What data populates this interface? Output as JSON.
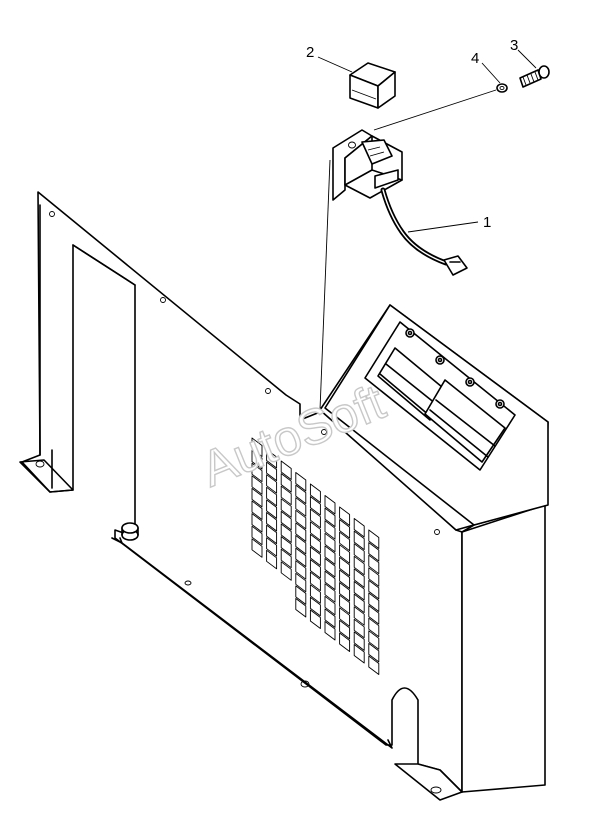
{
  "diagram": {
    "callouts": [
      {
        "id": "part-1",
        "label": "1"
      },
      {
        "id": "part-2",
        "label": "2"
      },
      {
        "id": "part-3",
        "label": "3"
      },
      {
        "id": "part-4",
        "label": "4"
      }
    ],
    "watermark": "AutoSoft"
  }
}
